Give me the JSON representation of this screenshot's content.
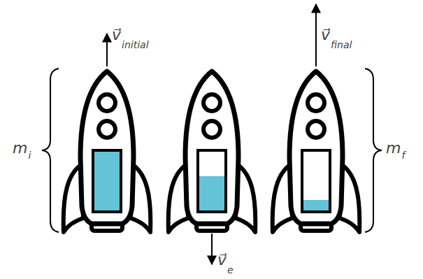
{
  "diagram": {
    "labels": [
      "v⃗",
      "initial",
      "v⃗",
      "final",
      "v⃗",
      "e",
      "m",
      "i",
      "m",
      "f"
    ]
  }
}
